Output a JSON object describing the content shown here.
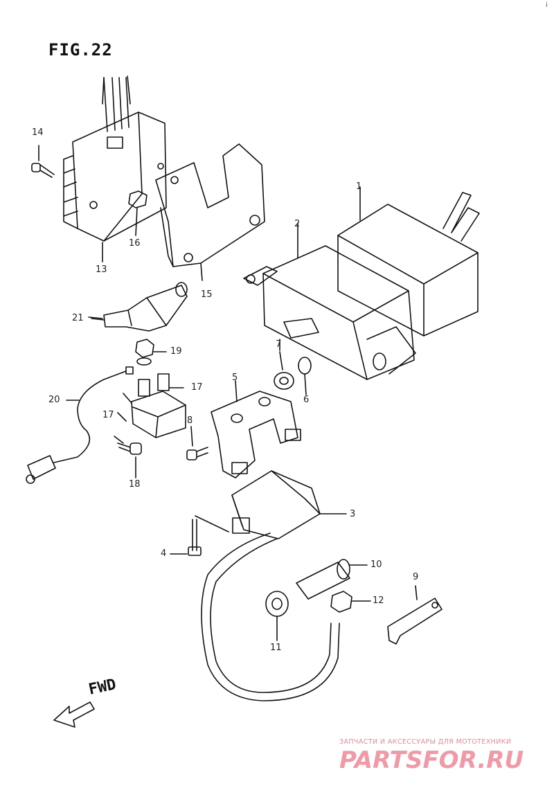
{
  "figure": {
    "title": "FIG.22"
  },
  "direction_label": "FWD",
  "corner_mark": "i",
  "callouts": [
    {
      "id": "c1",
      "text": "1"
    },
    {
      "id": "c2",
      "text": "2"
    },
    {
      "id": "c3",
      "text": "3"
    },
    {
      "id": "c4",
      "text": "4"
    },
    {
      "id": "c5",
      "text": "5"
    },
    {
      "id": "c6",
      "text": "6"
    },
    {
      "id": "c7",
      "text": "7"
    },
    {
      "id": "c8",
      "text": "8"
    },
    {
      "id": "c9",
      "text": "9"
    },
    {
      "id": "c10",
      "text": "10"
    },
    {
      "id": "c11",
      "text": "11"
    },
    {
      "id": "c12",
      "text": "12"
    },
    {
      "id": "c13",
      "text": "13"
    },
    {
      "id": "c14",
      "text": "14"
    },
    {
      "id": "c15",
      "text": "15"
    },
    {
      "id": "c16",
      "text": "16"
    },
    {
      "id": "c17",
      "text": "17"
    },
    {
      "id": "c17b",
      "text": "17"
    },
    {
      "id": "c18",
      "text": "18"
    },
    {
      "id": "c19",
      "text": "19"
    },
    {
      "id": "c20",
      "text": "20"
    },
    {
      "id": "c21",
      "text": "21"
    }
  ],
  "watermark": {
    "subtitle": "ЗАПЧАСТИ И АКСЕССУАРЫ ДЛЯ МОТОТЕХНИКИ",
    "brand": "PARTSFOR.RU"
  },
  "colors": {
    "ink": "#111111",
    "watermark": "#ef9aa6"
  }
}
